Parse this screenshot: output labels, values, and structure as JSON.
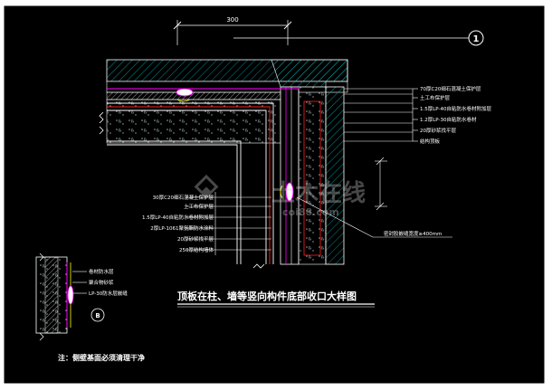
{
  "drawing": {
    "title": "顶板在柱、墙等竖向构件底部收口大样图",
    "dimension_top": "300",
    "callout_main": "1",
    "callout_detail": "B",
    "note": "注：侧壁基面必须清理干净",
    "watermark": "土木在线",
    "watermark_sub": "coi88.com"
  },
  "labels_right": [
    "70厚C20细石混凝土保护层",
    "土工布保护层",
    "1.5厚LP-40自粘防水卷材附加层",
    "1.2厚LP-30自粘防水卷材",
    "20厚砂浆找平层",
    "结构顶板"
  ],
  "labels_left": [
    "30厚C20细石混凝土保护层",
    "土工布保护层",
    "1.5厚LP-40自粘防水卷材附加层",
    "2厚LP-1061聚氨酯防水涂料",
    "20厚砂浆找平层",
    "250厚结构墙体"
  ],
  "label_bottom_right": "密封胶嵌缝宽度≥400mm",
  "labels_detail": [
    "卷材防水层",
    "聚合物砂浆",
    "LP-30防水层嵌缝"
  ],
  "colors": {
    "background": "#000000",
    "line_white": "#ffffff",
    "line_yellow": "#ffff00",
    "line_cyan": "#00ffff",
    "line_red": "#ff2020",
    "line_magenta": "#ff00ff",
    "line_green": "#00ff00",
    "text_white": "#ffffff"
  }
}
